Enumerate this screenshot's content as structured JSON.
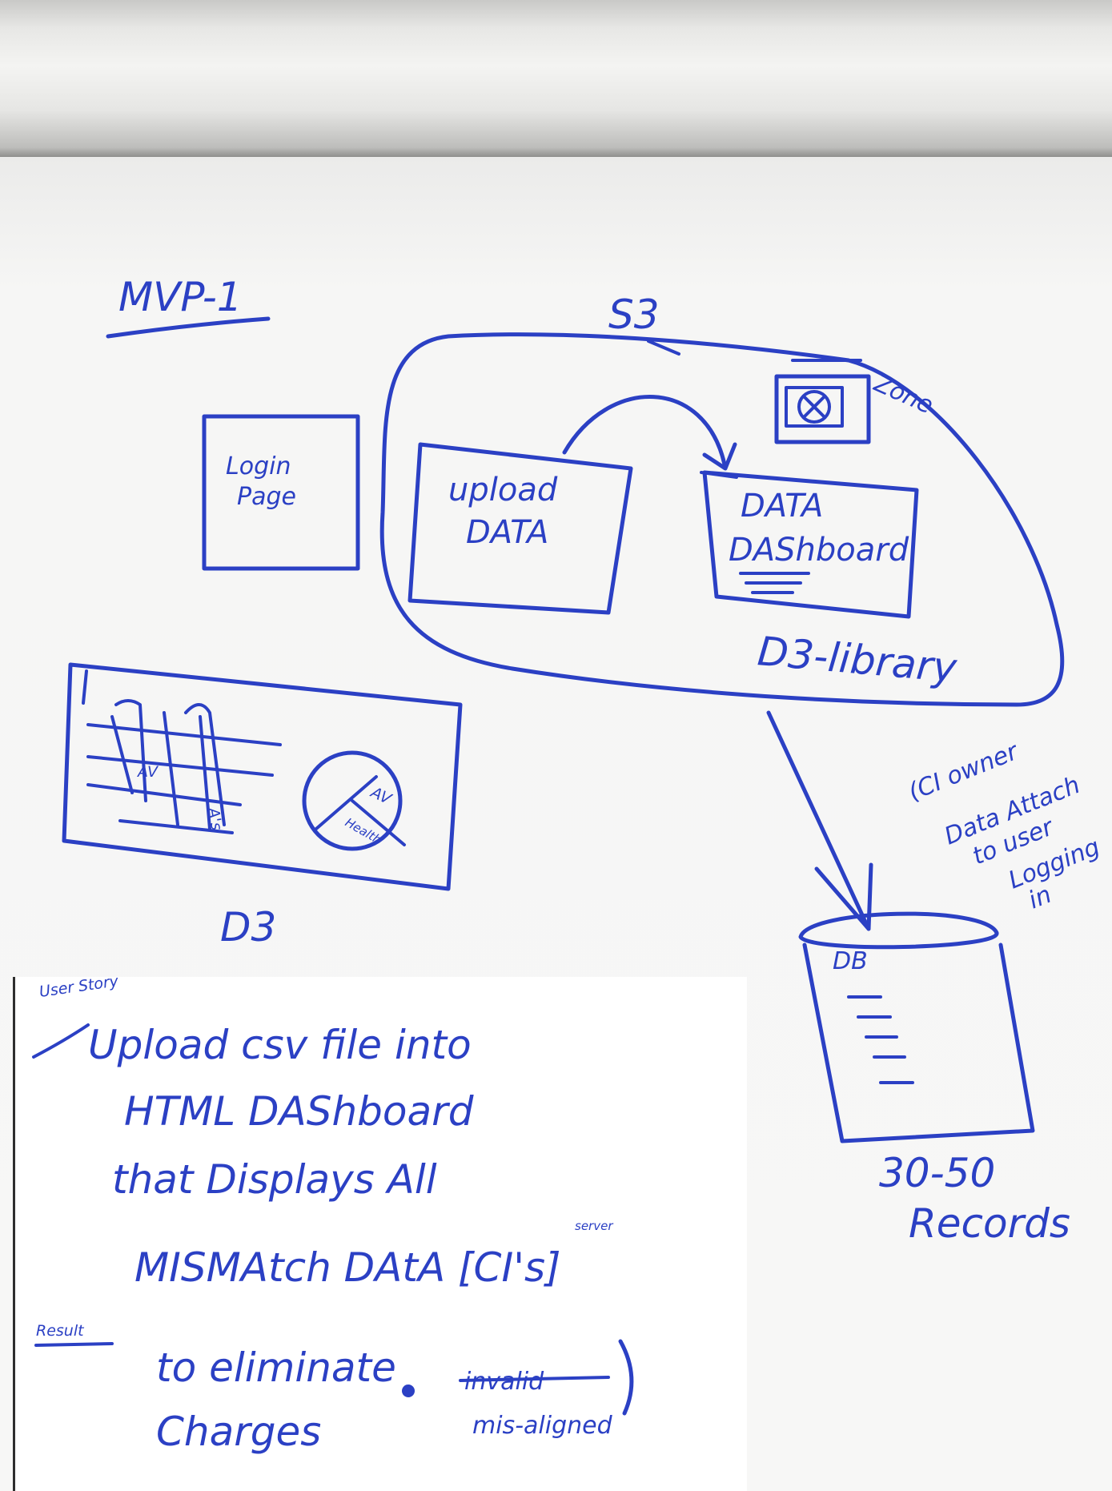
{
  "colors": {
    "ink": "#2b40c4",
    "paper": "#f7f7f6",
    "note": "#ffffff"
  },
  "diagram": {
    "title": "MVP-1",
    "s3_label": "S3",
    "zone_label": "Zone",
    "login_box": {
      "line1": "Login",
      "line2": "Page"
    },
    "upload_box": {
      "line1": "upload",
      "line2": "DATA"
    },
    "dashboard_box": {
      "line1": "DATA",
      "line2": "DAShboard"
    },
    "d3_library_label": "D3-library",
    "d3_label": "D3",
    "d3_chart": {
      "bar_label_1": "AV",
      "bar_label_2": "A's",
      "pie_label_1": "AV",
      "pie_label_2": "Health"
    },
    "db_label": "DB",
    "records_line1": "30-50",
    "records_line2": "Records",
    "side_note": [
      "(CI owner",
      "Data Attach",
      "to user",
      "Logging",
      "in"
    ]
  },
  "user_story": {
    "tag": "User Story",
    "lines": [
      "Upload csv file into",
      "HTML DAShboard",
      "that Displays All",
      "MISMAtch DAtA [CI's]"
    ],
    "server_annotation": "server",
    "result_tag": "Result",
    "result_line1": "to eliminate",
    "struck_word": "invalid",
    "result_line2": "Charges",
    "misaligned": "mis-aligned"
  }
}
